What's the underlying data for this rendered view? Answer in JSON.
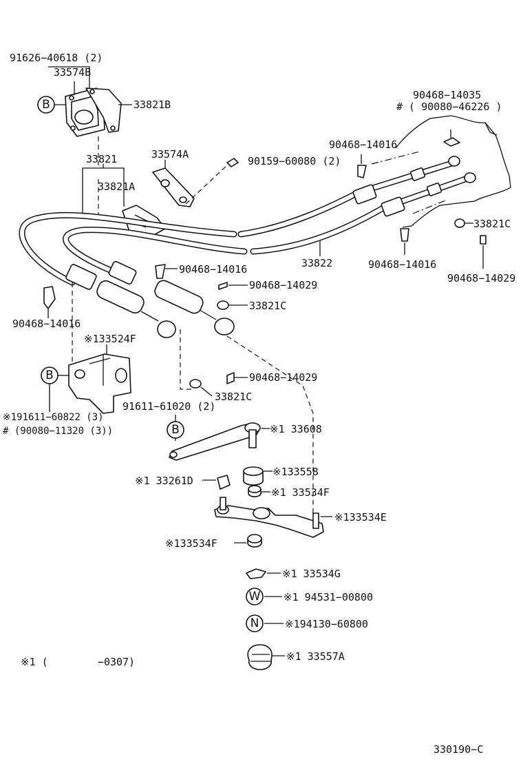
{
  "labels": {
    "p91626_40618": "91626−40618 (2)",
    "p33574B": "33574B",
    "p33821B": "33821B",
    "p33821": "33821",
    "p33574A": "33574A",
    "p33821A": "33821A",
    "p90159_60080": "90159−60080 (2)",
    "p90468_14035": "90468−14035",
    "p90080_46226": "# ( 90080−46226 )",
    "p90468_14016_top": "90468−14016",
    "p33821C_right": "33821C",
    "p33822": "33822",
    "p90468_14016_right": "90468−14016",
    "p90468_14029_right": "90468−14029",
    "p90468_14016_mid": "90468−14016",
    "p90468_14029_mid": "90468−14029",
    "p33821C_mid": "33821C",
    "p90468_14016_left": "90468−14016",
    "p133524F": "※133524F",
    "p191611_60822": "※191611−60822 (3)",
    "p90080_11320": "# (90080−11320 (3))",
    "p90468_14029_low": "90468−14029",
    "p33821C_low": "33821C",
    "p91611_61020": "91611−61020 (2)",
    "p133608": "※1 33608",
    "p133558": "※133558",
    "p133261D": "※1 33261D",
    "p133534F_a": "※1 33534F",
    "p133534E": "※133534E",
    "p133534F_b": "※133534F",
    "p133534G": "※1 33534G",
    "p194531": "※1 94531−00800",
    "p194130": "※194130−60800",
    "p133557A": "※1 33557A",
    "footnote": "※1 (        −0307)",
    "diagram_id": "330190−C"
  },
  "callouts": {
    "B1": "B",
    "B2": "B",
    "B3": "B",
    "W": "W",
    "N": "N"
  }
}
